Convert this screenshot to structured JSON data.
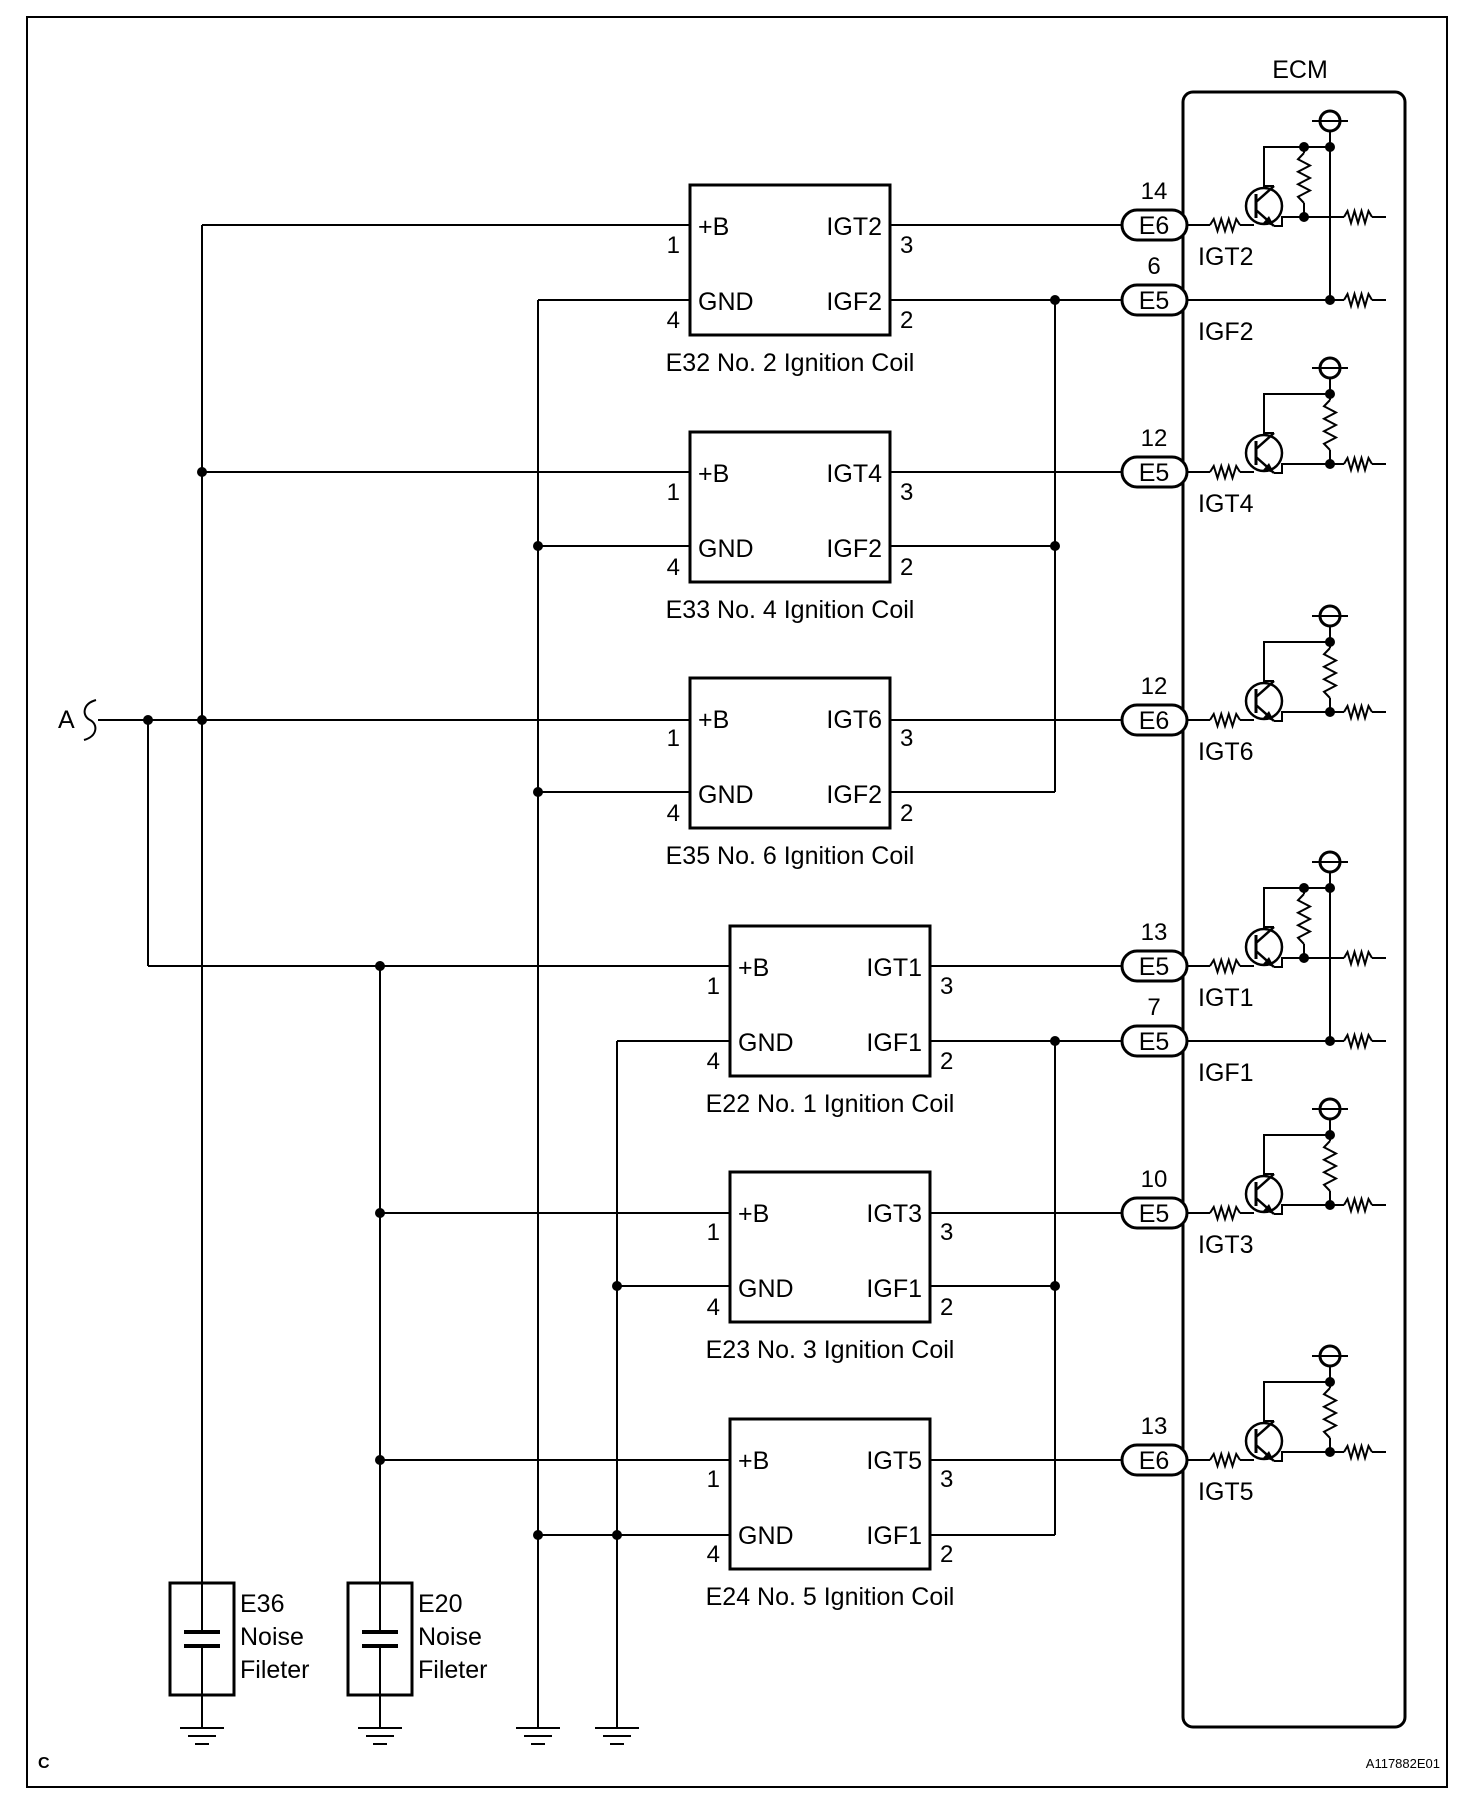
{
  "ecm_title": "ECM",
  "corner_label": "C",
  "figure_code": "A117882E01",
  "source_label": "A",
  "coils": [
    {
      "label": "E32 No. 2 Ignition Coil",
      "p_b": "+B",
      "p_gnd": "GND",
      "p_igt": "IGT2",
      "p_igf": "IGF2",
      "n1": "1",
      "n4": "4",
      "n3": "3",
      "n2": "2"
    },
    {
      "label": "E33 No. 4 Ignition Coil",
      "p_b": "+B",
      "p_gnd": "GND",
      "p_igt": "IGT4",
      "p_igf": "IGF2",
      "n1": "1",
      "n4": "4",
      "n3": "3",
      "n2": "2"
    },
    {
      "label": "E35 No. 6 Ignition Coil",
      "p_b": "+B",
      "p_gnd": "GND",
      "p_igt": "IGT6",
      "p_igf": "IGF2",
      "n1": "1",
      "n4": "4",
      "n3": "3",
      "n2": "2"
    },
    {
      "label": "E22 No. 1 Ignition Coil",
      "p_b": "+B",
      "p_gnd": "GND",
      "p_igt": "IGT1",
      "p_igf": "IGF1",
      "n1": "1",
      "n4": "4",
      "n3": "3",
      "n2": "2"
    },
    {
      "label": "E23 No. 3 Ignition Coil",
      "p_b": "+B",
      "p_gnd": "GND",
      "p_igt": "IGT3",
      "p_igf": "IGF1",
      "n1": "1",
      "n4": "4",
      "n3": "3",
      "n2": "2"
    },
    {
      "label": "E24 No. 5 Ignition Coil",
      "p_b": "+B",
      "p_gnd": "GND",
      "p_igt": "IGT5",
      "p_igf": "IGF1",
      "n1": "1",
      "n4": "4",
      "n3": "3",
      "n2": "2"
    }
  ],
  "connectors": [
    {
      "name": "E6",
      "pin": "14",
      "signal": "IGT2"
    },
    {
      "name": "E5",
      "pin": "6",
      "signal": "IGF2"
    },
    {
      "name": "E5",
      "pin": "12",
      "signal": "IGT4"
    },
    {
      "name": "E6",
      "pin": "12",
      "signal": "IGT6"
    },
    {
      "name": "E5",
      "pin": "13",
      "signal": "IGT1"
    },
    {
      "name": "E5",
      "pin": "7",
      "signal": "IGF1"
    },
    {
      "name": "E5",
      "pin": "10",
      "signal": "IGT3"
    },
    {
      "name": "E6",
      "pin": "13",
      "signal": "IGT5"
    }
  ],
  "filters": [
    {
      "line1": "E36",
      "line2": "Noise",
      "line3": "Fileter"
    },
    {
      "line1": "E20",
      "line2": "Noise",
      "line3": "Fileter"
    }
  ]
}
